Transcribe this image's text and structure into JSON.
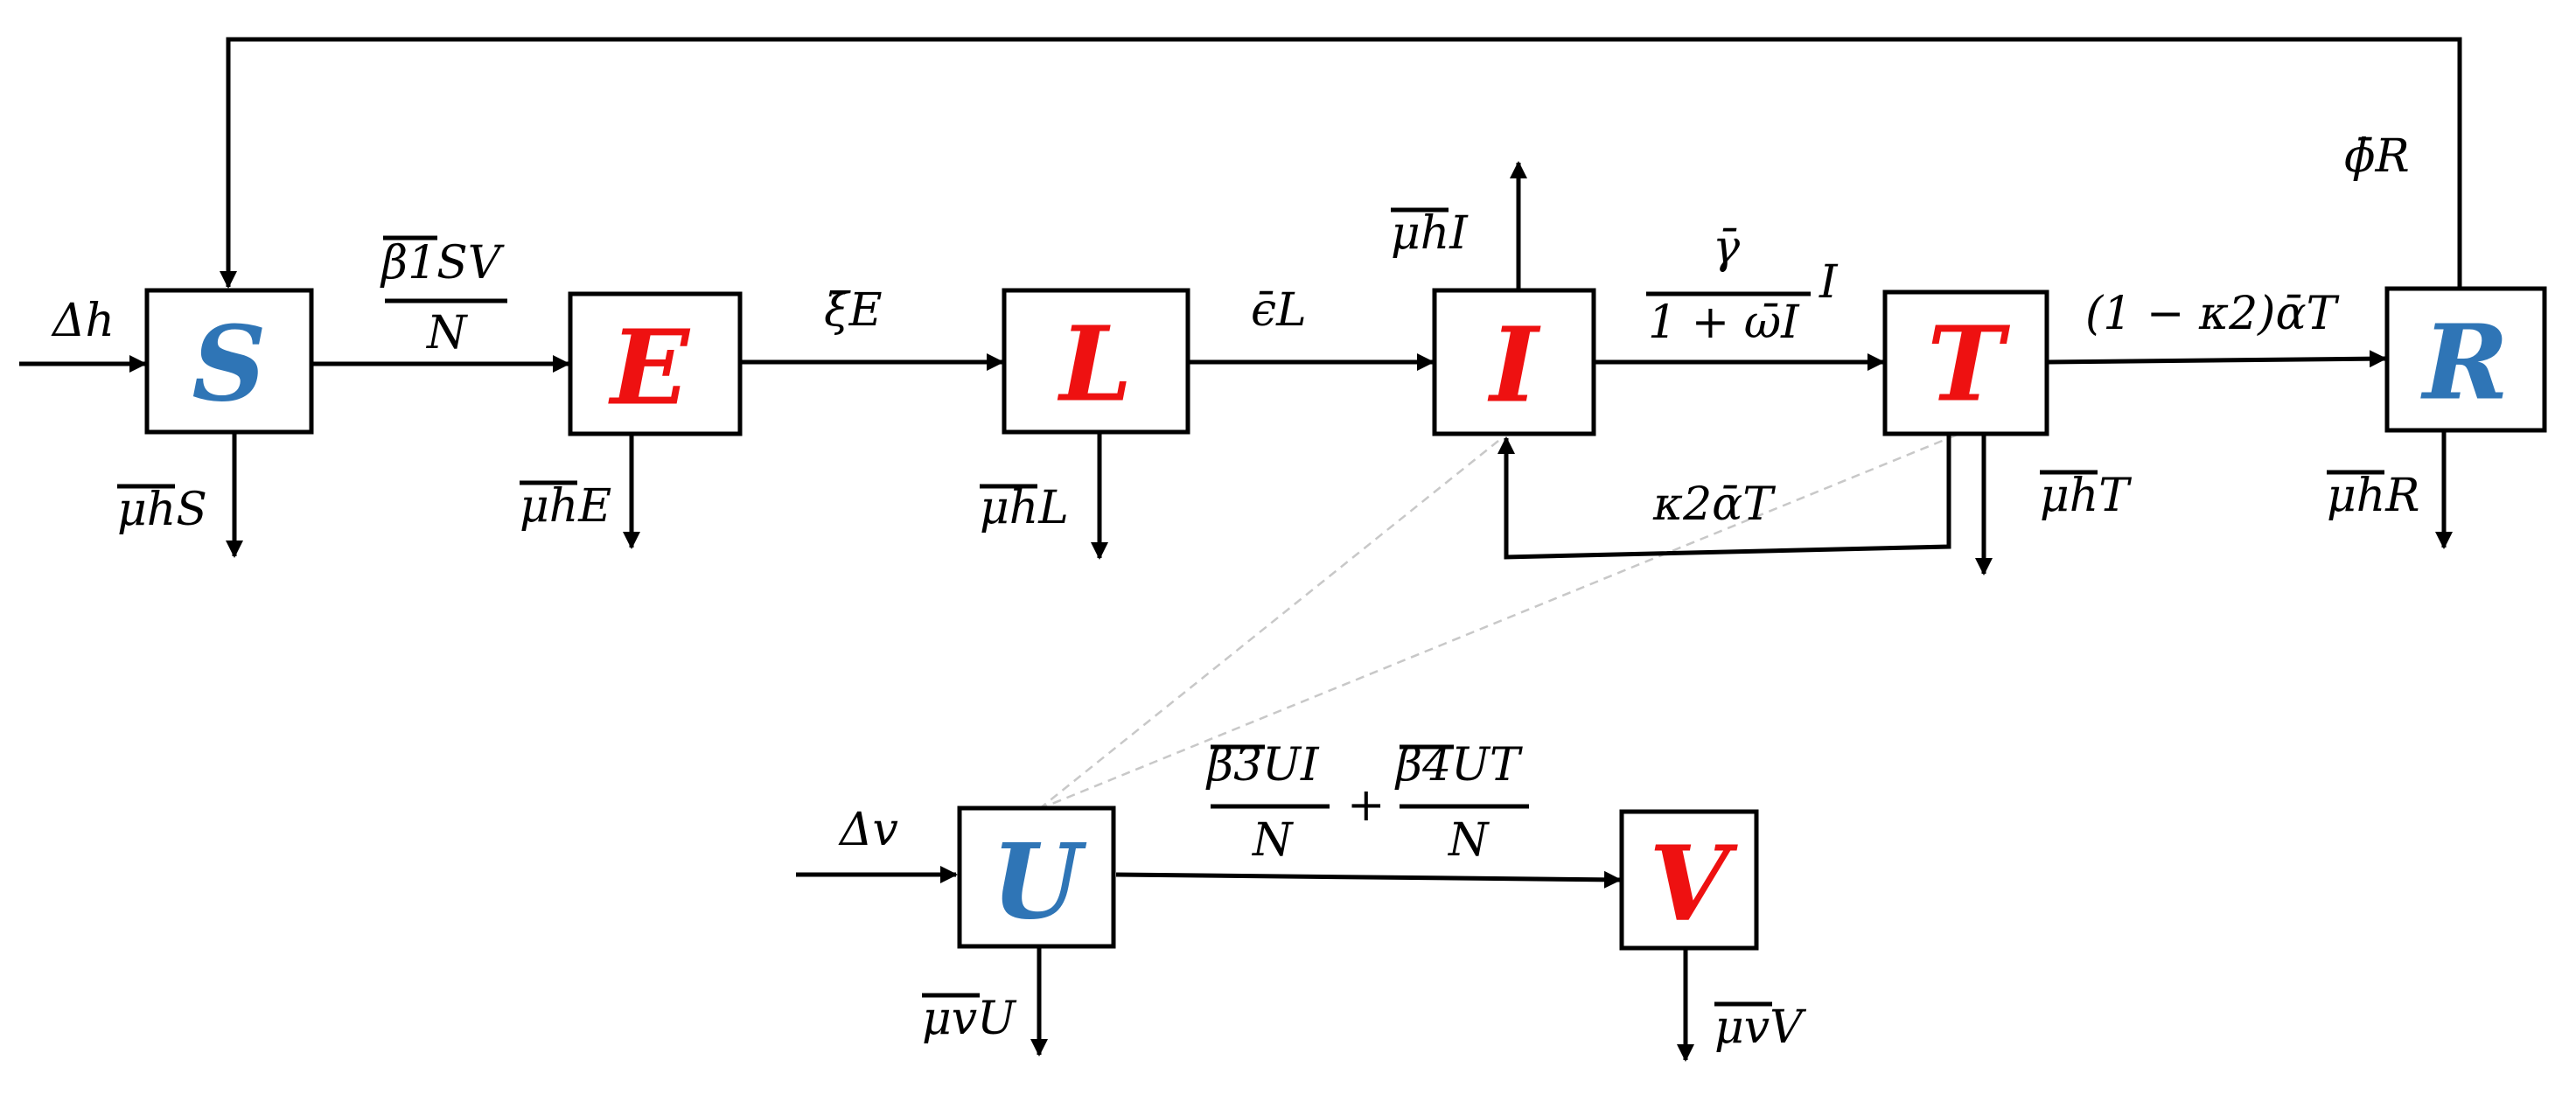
{
  "colors": {
    "blue": "#2f75b6",
    "red": "#ee1111"
  },
  "compartments": [
    {
      "id": "S",
      "label": "S",
      "color": "#2f75b6"
    },
    {
      "id": "E",
      "label": "E",
      "color": "#ee1111"
    },
    {
      "id": "L",
      "label": "L",
      "color": "#ee1111"
    },
    {
      "id": "I",
      "label": "I",
      "color": "#ee1111"
    },
    {
      "id": "T",
      "label": "T",
      "color": "#ee1111"
    },
    {
      "id": "R",
      "label": "R",
      "color": "#2f75b6"
    },
    {
      "id": "U",
      "label": "U",
      "color": "#2f75b6"
    },
    {
      "id": "V",
      "label": "V",
      "color": "#ee1111"
    }
  ],
  "rates": {
    "recruit_h": "Δh",
    "recruit_v": "Δv",
    "s_to_e_num": "β1SV",
    "s_to_e_den": "N",
    "e_to_l": "ξ̄E",
    "l_to_i": "ϵ̄L",
    "i_to_t_num": "γ̄",
    "i_to_t_den": "1 + ω̄I",
    "i_to_t_mult": "I",
    "t_to_r": "(1 − κ2)ᾱT",
    "t_to_i": "κ2ᾱT",
    "r_to_s": "ϕ̄R",
    "u_to_v_num1": "β3UI",
    "u_to_v_num2": "β4UT",
    "u_to_v_den": "N",
    "u_to_v_plus": "+",
    "death_s": "μhS",
    "death_e": "μhE",
    "death_l": "μhL",
    "death_i": "μhI",
    "death_t": "μhT",
    "death_r": "μhR",
    "death_u": "μvU",
    "death_v": "μvV"
  }
}
